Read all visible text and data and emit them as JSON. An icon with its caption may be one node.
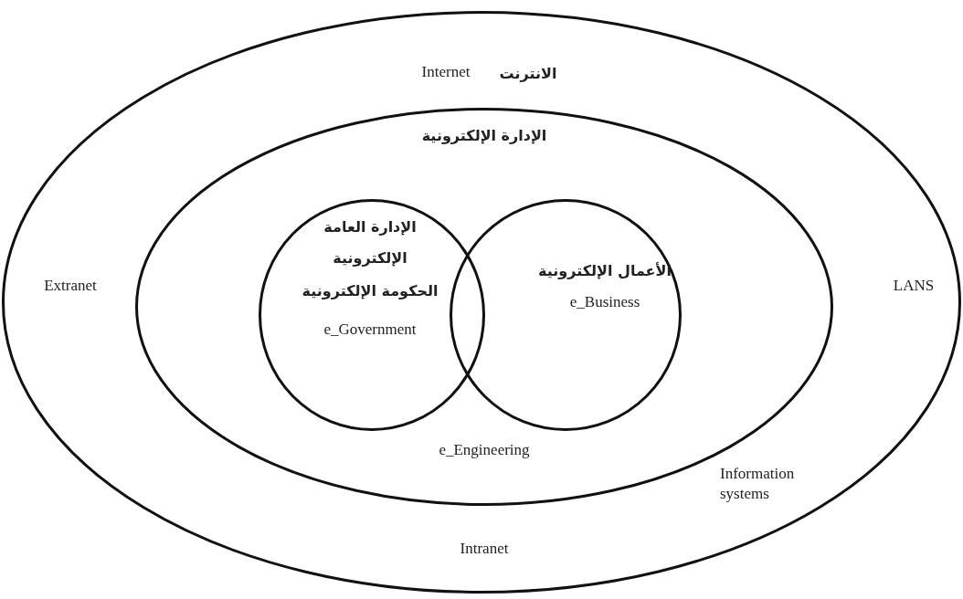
{
  "diagram": {
    "nodes": [
      {
        "text": [
          "الانترنت",
          "Internet"
        ]
      },
      {
        "text": [
          "الإدارة الإلكترونية",
          "e_Engineering"
        ],
        "in": 0
      },
      {
        "text": [
          "الإدارة العامة الإلكترونية",
          "الحكومة الإلكترونية",
          "e_Government"
        ],
        "in": 1
      },
      {
        "text": [
          "الأعمال الإلكترونية",
          "e_Business"
        ],
        "in": 1
      }
    ],
    "labels": [
      "Extranet",
      "LANS",
      "Information systems",
      "Intranet"
    ]
  }
}
